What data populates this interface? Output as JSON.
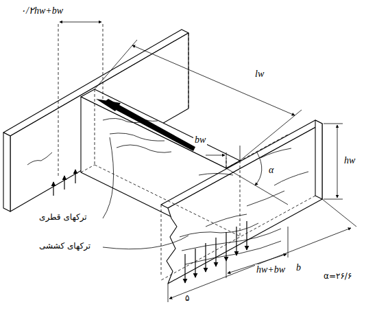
{
  "diagram": {
    "labels": [
      "۰/۲hw+bw",
      "lw",
      "bw",
      "hw",
      "α",
      "ترکهای قطری",
      "ترکهای کششی",
      "hw+bw",
      "b",
      "α=۲۶/۶",
      "۵"
    ]
  }
}
